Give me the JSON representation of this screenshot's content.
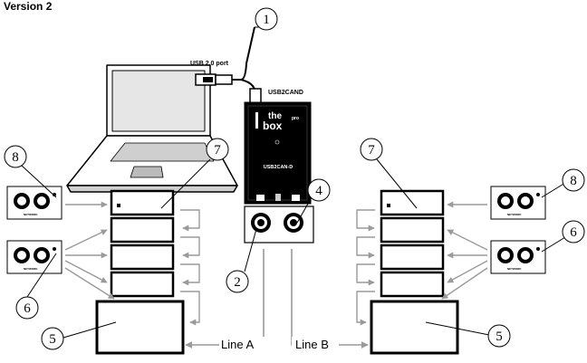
{
  "title": "Version 2",
  "usb_label": "USB 2.0 port",
  "device_label": "USB2CAND",
  "device_face_label": "USB2CAN-D",
  "device_brand": [
    "the",
    "box",
    "pro"
  ],
  "network_label": "NETWORK",
  "line_a": "Line A",
  "line_b": "Line B",
  "callouts": {
    "c1": "1",
    "c2": "2",
    "c4": "4",
    "c5": "5",
    "c6": "6",
    "c7": "7",
    "c8": "8"
  },
  "colors": {
    "arrow_gray": "#9a9a9a",
    "line": "#000000",
    "device_body": "#000000"
  }
}
